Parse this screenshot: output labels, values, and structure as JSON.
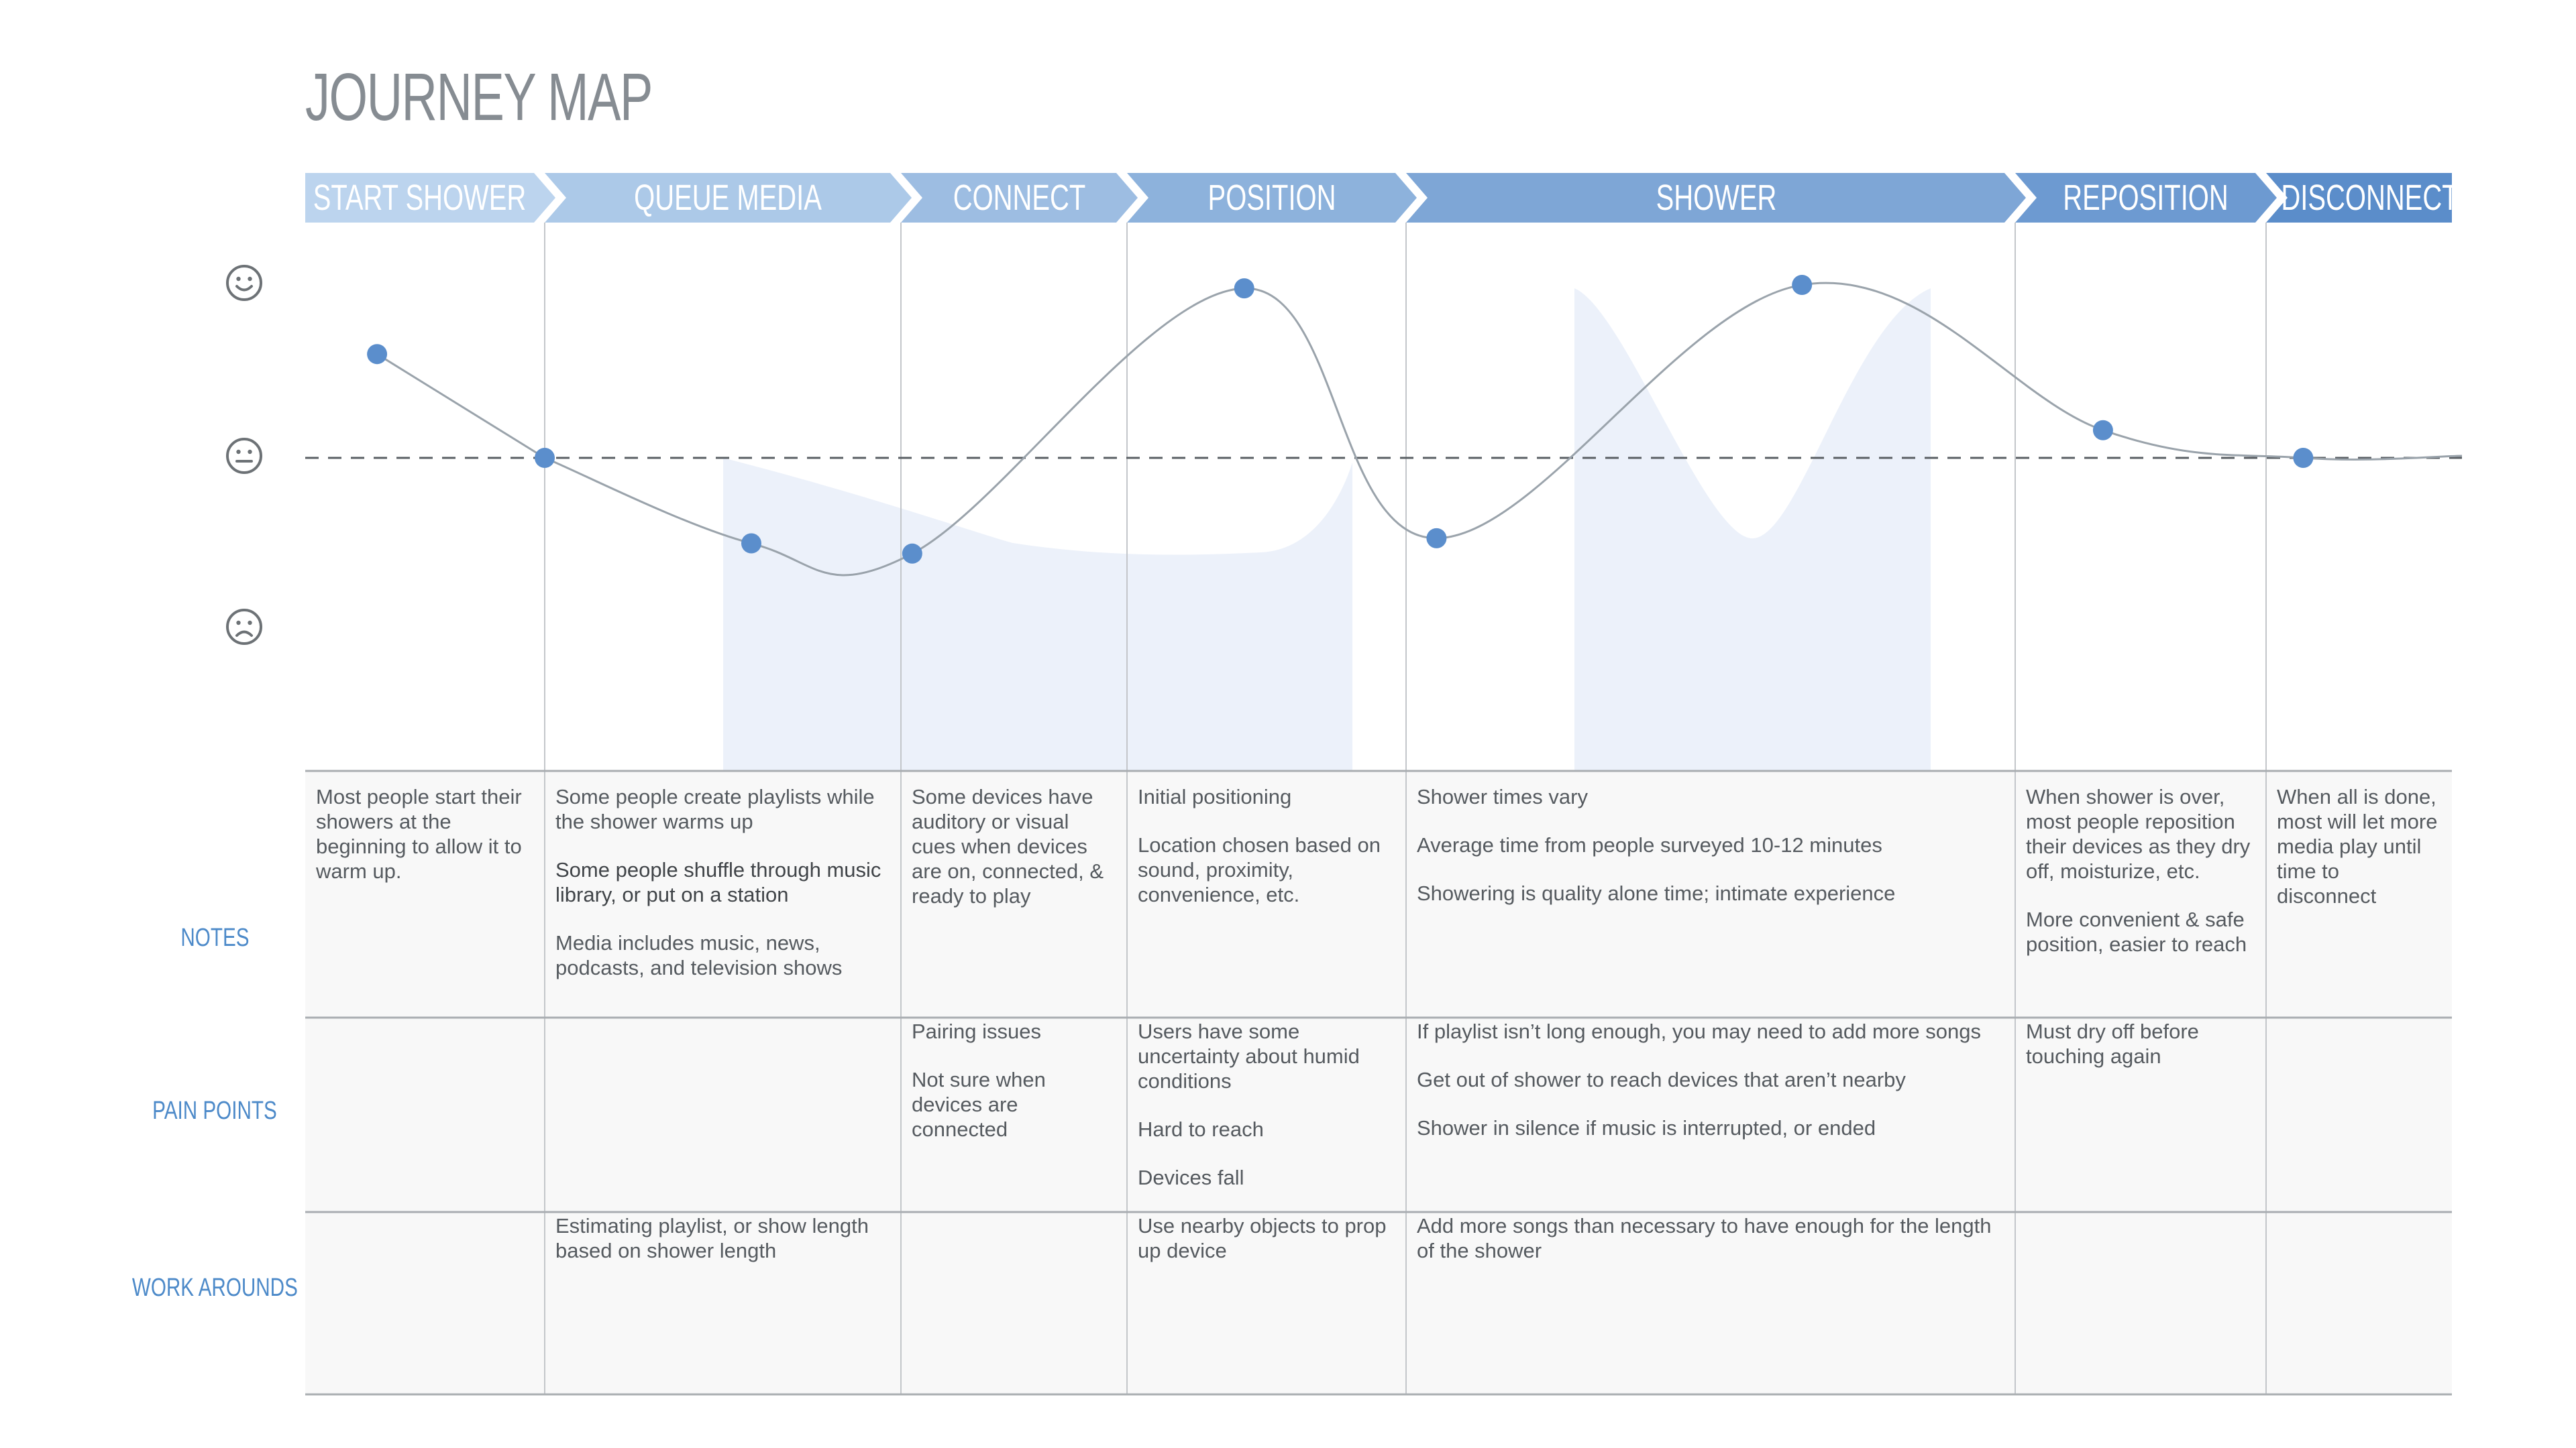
{
  "title": "JOURNEY MAP",
  "colors": {
    "stage_fills": [
      "#bcd4ee",
      "#acc9e8",
      "#9dbde2",
      "#8db2dc",
      "#7ea6d6",
      "#6d9ad1",
      "#5b8dca"
    ],
    "curve_point": "#5b8ecc",
    "curve_line": "#9aa3ab",
    "area_fill": "#ecf1fa",
    "neutral_line": "#5a5f64",
    "grid_line": "#c3c6ca",
    "label_blue": "#4d8ac9",
    "table_bg": "#f8f8f8",
    "face": "#6d7276"
  },
  "icons": {
    "happy": "smiley-face-icon",
    "neutral": "neutral-face-icon",
    "sad": "sad-face-icon"
  },
  "stages": [
    {
      "label": "START SHOWER"
    },
    {
      "label": "QUEUE MEDIA"
    },
    {
      "label": "CONNECT"
    },
    {
      "label": "POSITION"
    },
    {
      "label": "SHOWER"
    },
    {
      "label": "REPOSITION"
    },
    {
      "label": "DISCONNECT"
    }
  ],
  "rows": [
    {
      "label": "NOTES"
    },
    {
      "label": "PAIN POINTS"
    },
    {
      "label": "WORK AROUNDS"
    }
  ],
  "notes": [
    [
      "Most people start their showers at the beginning to allow it to warm up."
    ],
    [
      "Some people create playlists while the shower warms up",
      "Some people shuffle through music library, or put on a station",
      "Media includes music, news, podcasts, and television shows"
    ],
    [
      "Some devices have auditory or visual cues when devices are on, connected, & ready to play"
    ],
    [
      "Initial positioning",
      "Location chosen based on sound, proximity, convenience, etc."
    ],
    [
      "Shower times vary",
      "Average time from people surveyed 10-12 minutes",
      "Showering is quality alone time; intimate experience"
    ],
    [
      "When shower is over, most people reposition their devices as they dry off, moisturize, etc.",
      "More convenient & safe position, easier to reach"
    ],
    [
      "When all is done, most will let more media play until time to disconnect"
    ]
  ],
  "pain_points": [
    [],
    [],
    [
      "Pairing issues",
      "Not sure when devices are connected"
    ],
    [
      "Users have some uncertainty about humid conditions",
      "Hard to reach",
      "Devices fall"
    ],
    [
      "If playlist isn’t long enough, you may need to add more songs",
      "Get out of shower to reach devices that aren’t nearby",
      "Shower in silence if music is  interrupted, or ended"
    ],
    [
      "Must dry off before touching again"
    ],
    []
  ],
  "work_arounds": [
    [],
    [
      "Estimating playlist, or show length based on shower length"
    ],
    [],
    [
      "Use nearby objects to prop up device"
    ],
    [
      "Add more songs than necessary to have enough for the length of the shower"
    ],
    [],
    []
  ],
  "chart_data": {
    "type": "line",
    "series": [
      {
        "values": [
          0.6,
          0.0,
          -0.5,
          -0.56,
          0.98,
          -0.47,
          1.0,
          0.16,
          0.0
        ]
      }
    ],
    "x": [
      0.3,
      1.0,
      1.58,
      2.05,
      3.42,
      4.05,
      4.65,
      5.35,
      6.2
    ],
    "ylim": [
      -1,
      1
    ],
    "baseline": 0
  }
}
